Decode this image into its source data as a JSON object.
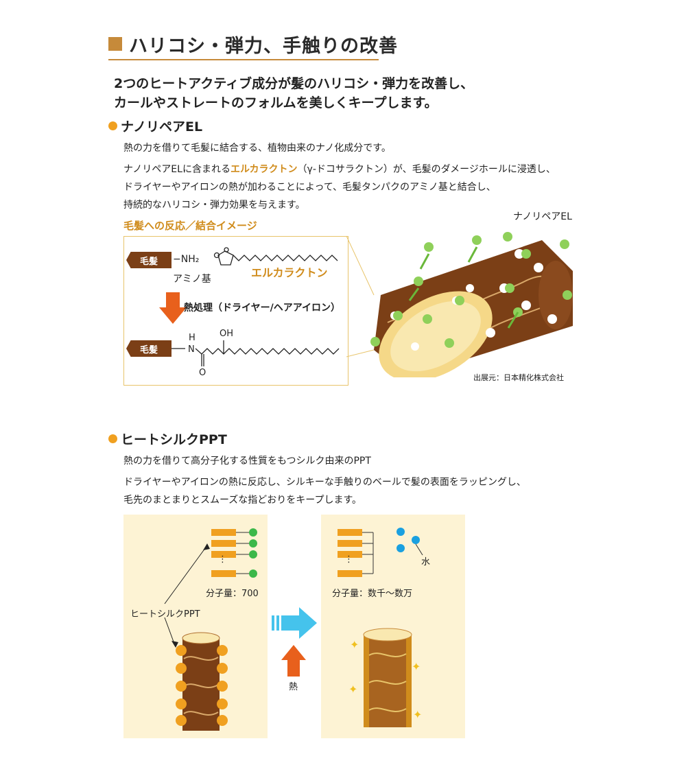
{
  "title": "ハリコシ・弾力、手触りの改善",
  "lead": [
    "2つのヒートアクティブ成分が髪のハリコシ・弾力を改善し、",
    "カールやストレートのフォルムを美しくキープします。"
  ],
  "section1": {
    "heading": "ナノリペアEL",
    "summary": "熱の力を借りて毛髪に結合する、植物由来のナノ化成分です。",
    "body_pre": "ナノリペアELに含まれる",
    "body_highlight": "エルカラクトン",
    "body_post": "（γ-ドコサラクトン）が、毛髪のダメージホールに浸透し、",
    "body_line2": "ドライヤーやアイロンの熱が加わることによって、毛髪タンパクのアミノ基と結合し、",
    "body_line3": "持続的なハリコシ・弾力効果を与えます。",
    "diagram": {
      "title": "毛髪への反応／結合イメージ",
      "hair_tag": "毛髪",
      "nh2": "−NH₂",
      "amino": "アミノ基",
      "lactone": "エルカラクトン",
      "heat": "熱処理（ドライヤー/ヘアアイロン）",
      "H": "H",
      "N": "N",
      "OH": "OH",
      "O": "O",
      "callout": "ナノリペアEL",
      "credit": "出展元：日本精化株式会社"
    },
    "colors": {
      "accent": "#d08c1c",
      "hair": "#7b3f16",
      "particle": "#8fd05a",
      "arrow": "#e8601c"
    }
  },
  "section2": {
    "heading": "ヒートシルクPPT",
    "summary": "熱の力を借りて高分子化する性質をもつシルク由来のPPT",
    "body_line1": "ドライヤーやアイロンの熱に反応し、シルキーな手触りのベールで髪の表面をラッピングし、",
    "body_line2": "毛先のまとまりとスムーズな指どおりをキープします。",
    "left_panel": {
      "mw": "分子量：700",
      "label": "ヒートシルクPPT",
      "dots": "⋮"
    },
    "right_panel": {
      "mw": "分子量：数千〜数万",
      "water": "水",
      "dots": "⋮"
    },
    "heat": "熱",
    "colors": {
      "panel": "#fdf3d4",
      "chain": "#f0a020",
      "green": "#3cb84a",
      "water": "#1aa0e0",
      "big_arrow": "#45c3ec"
    }
  }
}
